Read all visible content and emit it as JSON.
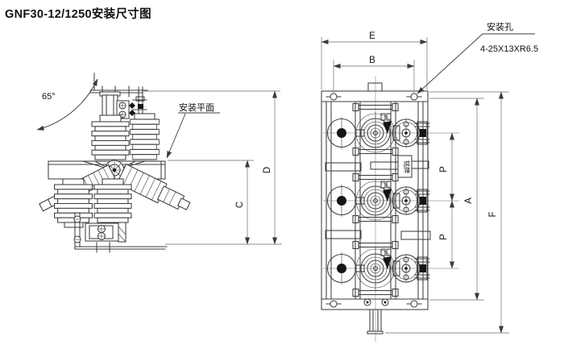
{
  "title": "GNF30-12/1250安装尺寸图",
  "labels": {
    "angle": "65°",
    "mounting_plane": "安装平面",
    "mounting_hole": "安装孔",
    "mounting_hole_spec": "4-25X13XR6.5",
    "nameplate": "铭牌"
  },
  "dimensions": {
    "E": "E",
    "B": "B",
    "C": "C",
    "D": "D",
    "A": "A",
    "F": "F",
    "P_upper": "P",
    "P_lower": "P"
  },
  "colors": {
    "object_line": "#3d3d3d",
    "dimension_line": "#8f8f8f",
    "text": "#111111",
    "solid_fill": "#161616",
    "background": "#ffffff"
  }
}
